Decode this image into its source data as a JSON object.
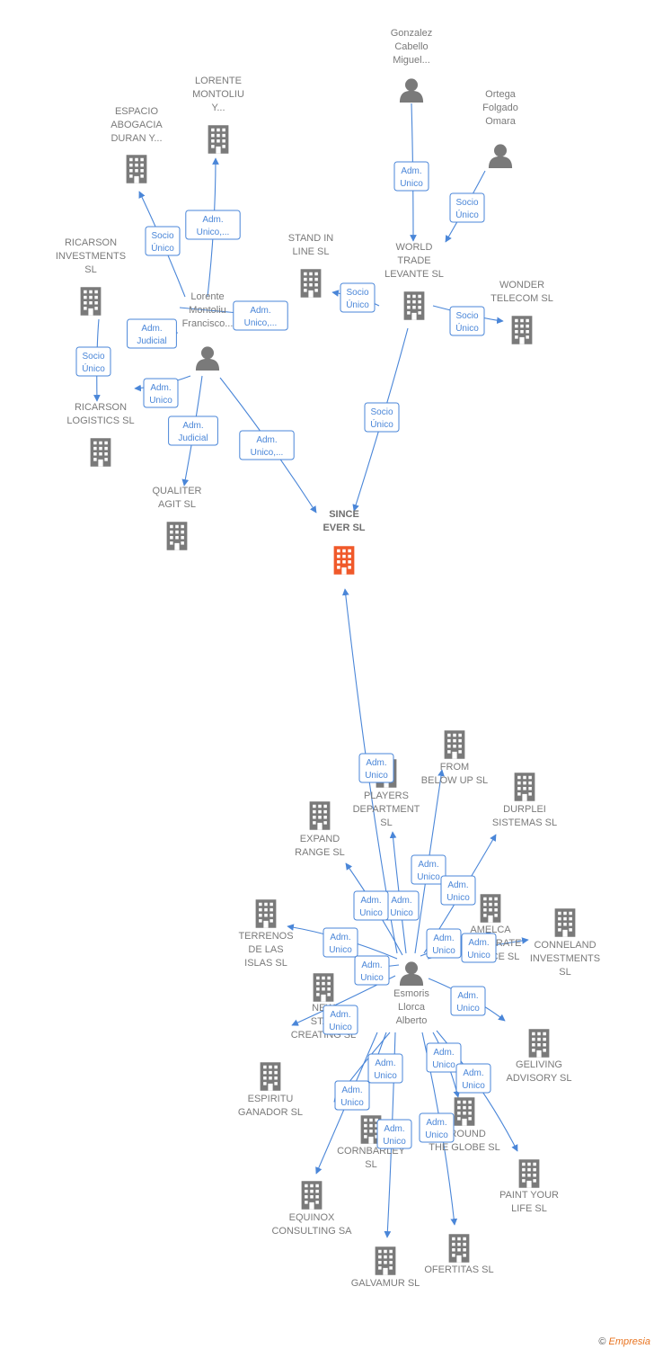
{
  "colors": {
    "edge": "#4a86d8",
    "building": "#7a7a7a",
    "focus": "#f0592a",
    "person": "#7a7a7a"
  },
  "nodes": [
    {
      "id": "gonzalez",
      "type": "person",
      "lines": [
        "Gonzalez",
        "Cabello",
        "Miguel..."
      ]
    },
    {
      "id": "lorente_y",
      "type": "company",
      "lines": [
        "LORENTE",
        "MONTOLIU",
        "Y..."
      ]
    },
    {
      "id": "espacio",
      "type": "company",
      "lines": [
        "ESPACIO",
        "ABOGACIA",
        "DURAN Y..."
      ]
    },
    {
      "id": "ortega",
      "type": "person",
      "lines": [
        "Ortega",
        "Folgado",
        "Omara"
      ]
    },
    {
      "id": "ricarson_inv",
      "type": "company",
      "lines": [
        "RICARSON",
        "INVESTMENTS",
        "SL"
      ]
    },
    {
      "id": "stand",
      "type": "company",
      "lines": [
        "STAND IN",
        "LINE  SL"
      ]
    },
    {
      "id": "world",
      "type": "company",
      "lines": [
        "WORLD",
        "TRADE",
        "LEVANTE  SL"
      ]
    },
    {
      "id": "wonder",
      "type": "company",
      "lines": [
        "WONDER",
        "TELECOM  SL"
      ]
    },
    {
      "id": "lorente_p",
      "type": "person",
      "lines": [
        "Lorente",
        "Montoliu",
        "Francisco..."
      ]
    },
    {
      "id": "ricarson_log",
      "type": "company",
      "lines": [
        "RICARSON",
        "LOGISTICS  SL"
      ]
    },
    {
      "id": "qualiter",
      "type": "company",
      "lines": [
        "QUALITER",
        "AGIT  SL"
      ]
    },
    {
      "id": "since",
      "type": "focus",
      "lines": [
        "SINCE",
        "EVER  SL"
      ]
    },
    {
      "id": "from",
      "type": "company",
      "lines": [
        "FROM",
        "BELOW UP  SL"
      ]
    },
    {
      "id": "players",
      "type": "company",
      "lines": [
        "PLAYERS",
        "DEPARTMENT",
        "SL"
      ]
    },
    {
      "id": "durplei",
      "type": "company",
      "lines": [
        "DURPLEI",
        "SISTEMAS  SL"
      ]
    },
    {
      "id": "expand",
      "type": "company",
      "lines": [
        "EXPAND",
        "RANGE  SL"
      ]
    },
    {
      "id": "amelca",
      "type": "company",
      "lines": [
        "AMELCA",
        "CORPORATE",
        "FINANCE  SL"
      ]
    },
    {
      "id": "conneland",
      "type": "company",
      "lines": [
        "CONNELAND",
        "INVESTMENTS",
        "SL"
      ]
    },
    {
      "id": "terrenos",
      "type": "company",
      "lines": [
        "TERRENOS",
        "DE LAS",
        "ISLAS  SL"
      ]
    },
    {
      "id": "esmoris",
      "type": "person",
      "lines": [
        "Esmoris",
        "Llorca",
        "Alberto"
      ]
    },
    {
      "id": "new",
      "type": "company",
      "lines": [
        "NEW",
        "STAR",
        "CREATING  SL"
      ]
    },
    {
      "id": "geliving",
      "type": "company",
      "lines": [
        "GELIVING",
        "ADVISORY  SL"
      ]
    },
    {
      "id": "espiritu",
      "type": "company",
      "lines": [
        "ESPIRITU",
        "GANADOR SL"
      ]
    },
    {
      "id": "cornbarley",
      "type": "company",
      "lines": [
        "CORNBARLEY",
        "SL"
      ]
    },
    {
      "id": "around",
      "type": "company",
      "lines": [
        "AROUND",
        "THE GLOBE  SL"
      ]
    },
    {
      "id": "paint",
      "type": "company",
      "lines": [
        "PAINT YOUR",
        "LIFE  SL"
      ]
    },
    {
      "id": "equinox",
      "type": "company",
      "lines": [
        "EQUINOX",
        "CONSULTING SA"
      ]
    },
    {
      "id": "galvamur",
      "type": "company",
      "lines": [
        "GALVAMUR  SL"
      ]
    },
    {
      "id": "ofertitas",
      "type": "company",
      "lines": [
        "OFERTITAS  SL"
      ]
    }
  ],
  "edge_labels": [
    [
      "Adm.",
      "Unico"
    ],
    [
      "Socio",
      "Único"
    ],
    [
      "Adm.",
      "Unico,..."
    ],
    [
      "Socio",
      "Único"
    ],
    [
      "Socio",
      "Único"
    ],
    [
      "Adm.",
      "Unico,..."
    ],
    [
      "Socio",
      "Único"
    ],
    [
      "Adm.",
      "Judicial"
    ],
    [
      "Socio",
      "Único"
    ],
    [
      "Adm.",
      "Unico"
    ],
    [
      "Adm.",
      "Judicial"
    ],
    [
      "Socio",
      "Único"
    ],
    [
      "Adm.",
      "Unico,..."
    ],
    [
      "Adm.",
      "Unico"
    ],
    [
      "Adm.",
      "Unico"
    ],
    [
      "Adm.",
      "Unico"
    ],
    [
      "Adm.",
      "Unico"
    ],
    [
      "Adm.",
      "Unico"
    ],
    [
      "Adm.",
      "Unico"
    ],
    [
      "Adm.",
      "Unico"
    ],
    [
      "Adm.",
      "Unico"
    ],
    [
      "Adm.",
      "Unico"
    ],
    [
      "Adm.",
      "Unico"
    ],
    [
      "Adm.",
      "Unico"
    ],
    [
      "Adm.",
      "Unico"
    ],
    [
      "Adm.",
      "Unico"
    ],
    [
      "Adm.",
      "Unico"
    ],
    [
      "Adm.",
      "Unico"
    ],
    [
      "Adm.",
      "Unico"
    ],
    [
      "Adm.",
      "Unico"
    ],
    [
      "Adm.",
      "Unico"
    ]
  ],
  "footer": {
    "copyright": "©",
    "brand": "Empresia"
  }
}
